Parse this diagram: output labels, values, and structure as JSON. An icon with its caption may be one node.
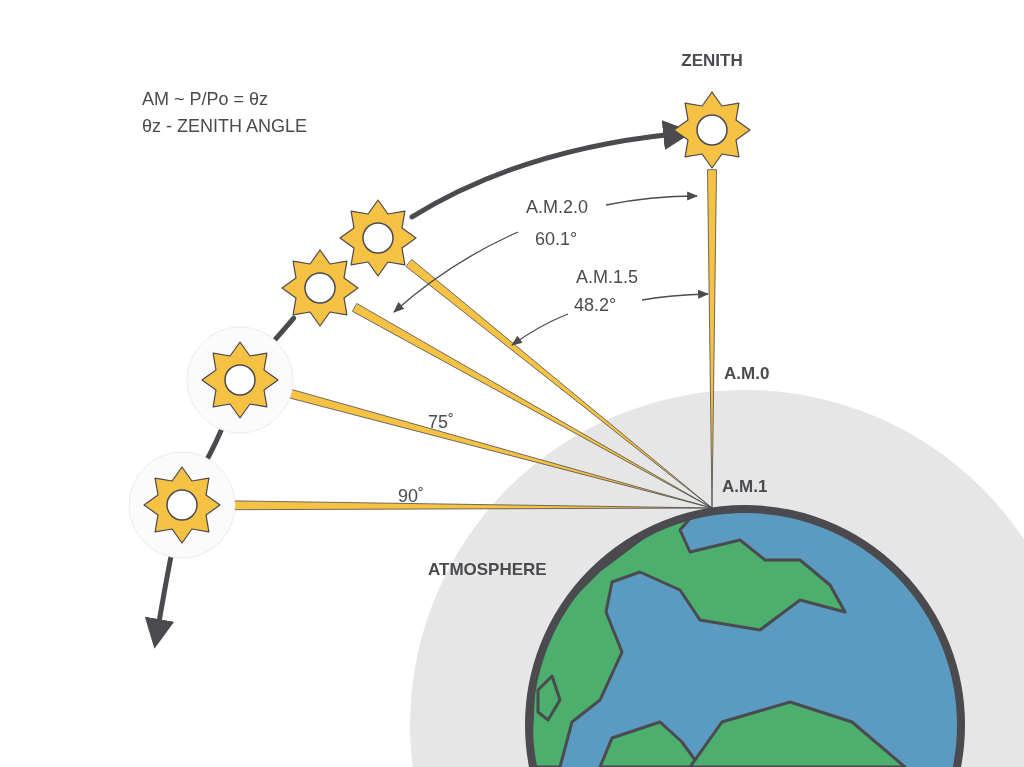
{
  "diagram": {
    "nodes": [
      {
        "text": [
          "ZENITH"
        ]
      },
      {
        "text": [],
        "shape": "picture"
      },
      {
        "text": [],
        "shape": "picture"
      },
      {
        "text": [],
        "shape": "picture"
      },
      {
        "text": [],
        "shape": "picture"
      },
      {
        "text": [
          "ATMOSPHERE"
        ]
      },
      {
        "text": [],
        "shape": "picture",
        "in": 5,
        "beside": [
          "A.M.1"
        ]
      }
    ],
    "edges": [
      {
        "from": 1,
        "to": 0,
        "arrow": "to"
      },
      {
        "from": 2,
        "to": 3,
        "arrow": "none"
      },
      {
        "from": 3,
        "to": 4,
        "arrow": "none"
      },
      {
        "from": 4,
        "to": null,
        "arrow": "to"
      },
      {
        "from": 0,
        "to": 6,
        "arrow": "none",
        "style": "thick",
        "color": "#f6c244",
        "label": "A.M.0"
      },
      {
        "from": 1,
        "to": 6,
        "arrow": "none",
        "style": "thick",
        "color": "#f6c244"
      },
      {
        "from": 2,
        "to": 6,
        "arrow": "none",
        "style": "thick",
        "color": "#f6c244"
      },
      {
        "from": 3,
        "to": 6,
        "arrow": "none",
        "style": "thick",
        "color": "#f6c244",
        "label": "75˚"
      },
      {
        "from": 4,
        "to": 6,
        "arrow": "none",
        "style": "thick",
        "color": "#f6c244",
        "label": "90˚"
      }
    ],
    "labels": [
      "AM ~ P/Po = θz",
      "θz - ZENITH ANGLE",
      "A.M.2.0",
      "60.1°",
      "A.M.1.5",
      "48.2°"
    ]
  }
}
